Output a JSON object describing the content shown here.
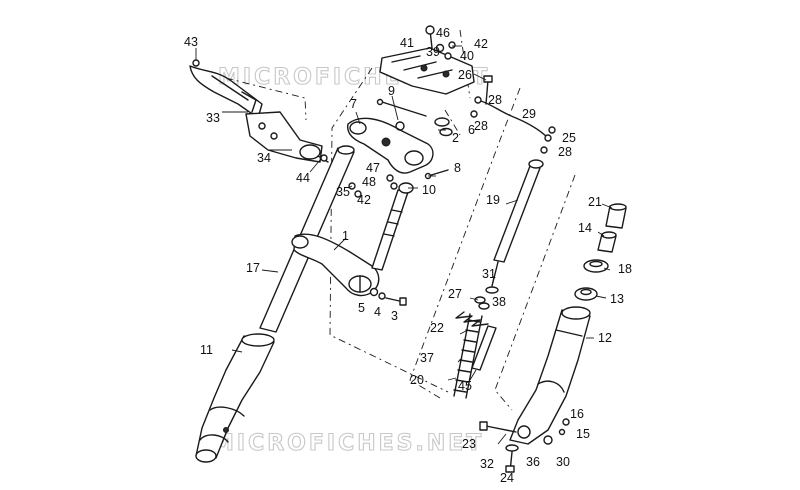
{
  "watermark": {
    "text_top": "MICROFICHES.NET",
    "text_bottom": "MICROFICHES.NET",
    "color": "#c8c8c8"
  },
  "colors": {
    "ink": "#1a1a1a",
    "background": "#ffffff"
  },
  "callouts": [
    {
      "id": "c43",
      "label": "43"
    },
    {
      "id": "c33",
      "label": "33"
    },
    {
      "id": "c34",
      "label": "34"
    },
    {
      "id": "c44",
      "label": "44"
    },
    {
      "id": "c35",
      "label": "35"
    },
    {
      "id": "c42b",
      "label": "42"
    },
    {
      "id": "c48",
      "label": "48"
    },
    {
      "id": "c47",
      "label": "47"
    },
    {
      "id": "c7",
      "label": "7"
    },
    {
      "id": "c9",
      "label": "9"
    },
    {
      "id": "c41",
      "label": "41"
    },
    {
      "id": "c46",
      "label": "46"
    },
    {
      "id": "c39",
      "label": "39"
    },
    {
      "id": "c42a",
      "label": "42"
    },
    {
      "id": "c40",
      "label": "40"
    },
    {
      "id": "c26",
      "label": "26"
    },
    {
      "id": "c28a",
      "label": "28"
    },
    {
      "id": "c28b",
      "label": "28"
    },
    {
      "id": "c2",
      "label": "2"
    },
    {
      "id": "c6",
      "label": "6"
    },
    {
      "id": "c29",
      "label": "29"
    },
    {
      "id": "c25",
      "label": "25"
    },
    {
      "id": "c28c",
      "label": "28"
    },
    {
      "id": "c8",
      "label": "8"
    },
    {
      "id": "c10",
      "label": "10"
    },
    {
      "id": "c19",
      "label": "19"
    },
    {
      "id": "c21",
      "label": "21"
    },
    {
      "id": "c14",
      "label": "14"
    },
    {
      "id": "c18",
      "label": "18"
    },
    {
      "id": "c13",
      "label": "13"
    },
    {
      "id": "c12",
      "label": "12"
    },
    {
      "id": "c1",
      "label": "1"
    },
    {
      "id": "c17",
      "label": "17"
    },
    {
      "id": "c5",
      "label": "5"
    },
    {
      "id": "c4",
      "label": "4"
    },
    {
      "id": "c3",
      "label": "3"
    },
    {
      "id": "c31",
      "label": "31"
    },
    {
      "id": "c27",
      "label": "27"
    },
    {
      "id": "c38",
      "label": "38"
    },
    {
      "id": "c22",
      "label": "22"
    },
    {
      "id": "c37",
      "label": "37"
    },
    {
      "id": "c20",
      "label": "20"
    },
    {
      "id": "c45",
      "label": "45"
    },
    {
      "id": "c11",
      "label": "11"
    },
    {
      "id": "c16",
      "label": "16"
    },
    {
      "id": "c15",
      "label": "15"
    },
    {
      "id": "c23",
      "label": "23"
    },
    {
      "id": "c30",
      "label": "30"
    },
    {
      "id": "c36",
      "label": "36"
    },
    {
      "id": "c32",
      "label": "32"
    },
    {
      "id": "c24",
      "label": "24"
    }
  ]
}
